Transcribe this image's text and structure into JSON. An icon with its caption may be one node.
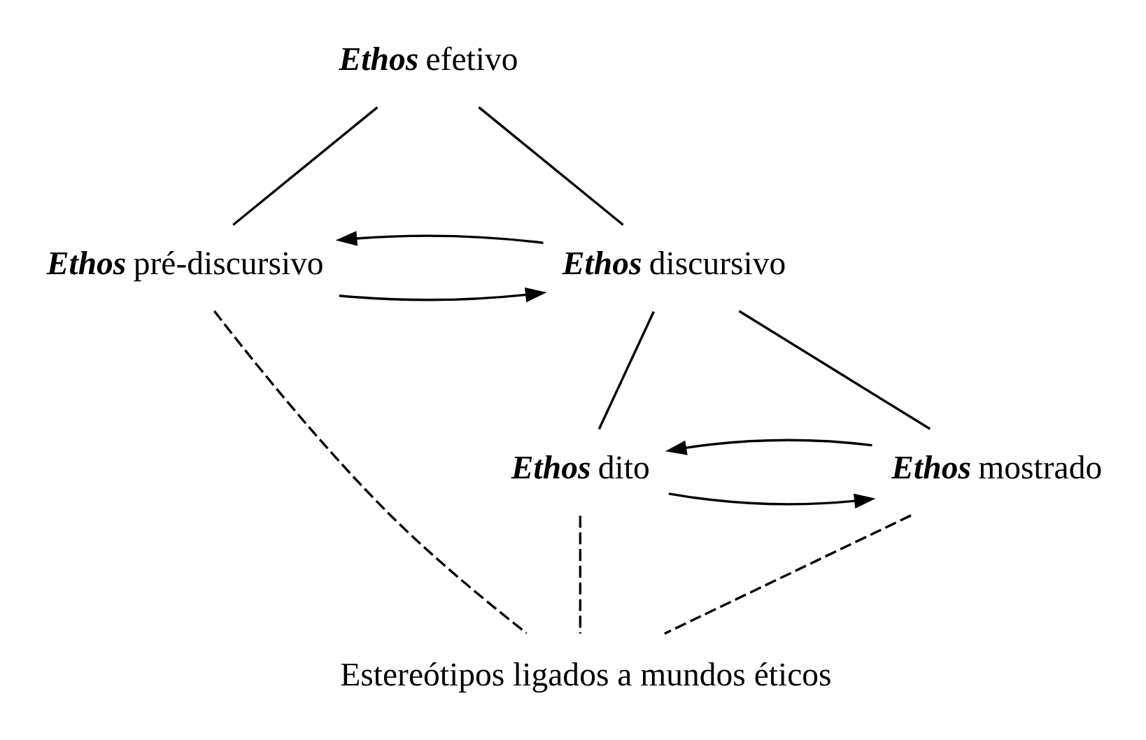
{
  "diagram": {
    "nodes": [
      {
        "text": [
          "Ethos efetivo"
        ]
      },
      {
        "text": [
          "Ethos pré-discursivo"
        ]
      },
      {
        "text": [
          "Ethos discursivo"
        ]
      },
      {
        "text": [
          "Ethos dito"
        ]
      },
      {
        "text": [
          "Ethos mostrado"
        ]
      },
      {
        "text": [
          "Estereótipos ligados a mundos éticos"
        ]
      }
    ],
    "edges": [
      {
        "from": 0,
        "to": 1,
        "arrow": "none"
      },
      {
        "from": 0,
        "to": 2,
        "arrow": "none"
      },
      {
        "from": 1,
        "to": 2,
        "arrow": "to"
      },
      {
        "from": 2,
        "to": 1,
        "arrow": "to"
      },
      {
        "from": 2,
        "to": 3,
        "arrow": "none"
      },
      {
        "from": 2,
        "to": 4,
        "arrow": "none"
      },
      {
        "from": 3,
        "to": 4,
        "arrow": "to"
      },
      {
        "from": 4,
        "to": 3,
        "arrow": "to"
      },
      {
        "from": 1,
        "to": 5,
        "arrow": "none",
        "style": "dashed"
      },
      {
        "from": 3,
        "to": 5,
        "arrow": "none",
        "style": "dashed"
      },
      {
        "from": 4,
        "to": 5,
        "arrow": "none",
        "style": "dashed"
      }
    ]
  }
}
